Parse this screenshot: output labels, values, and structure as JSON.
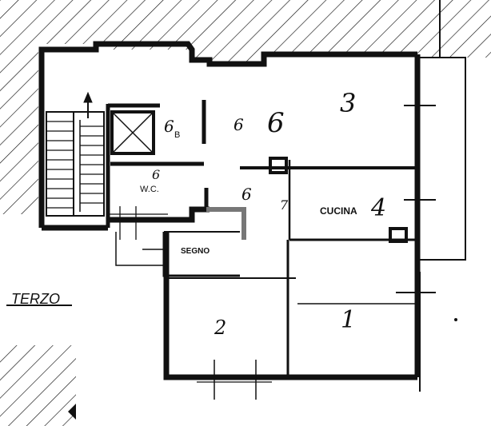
{
  "rooms": {
    "top_right": "3",
    "cucina_label": "CUCINA",
    "cucina_mark": "4",
    "soggiorno_mark": "6",
    "bagno_label": "B",
    "bagno_mark": "6",
    "wc_label": "W.C.",
    "wc_mark": "6",
    "corridor_mark": "6",
    "corridor_tick": "7",
    "segno_label": "SEGNO",
    "bottom_left": "2",
    "bottom_right": "1"
  },
  "annotations": {
    "floor_label": "TERZO"
  },
  "colors": {
    "ink": "#111111",
    "paper": "#ffffff"
  }
}
